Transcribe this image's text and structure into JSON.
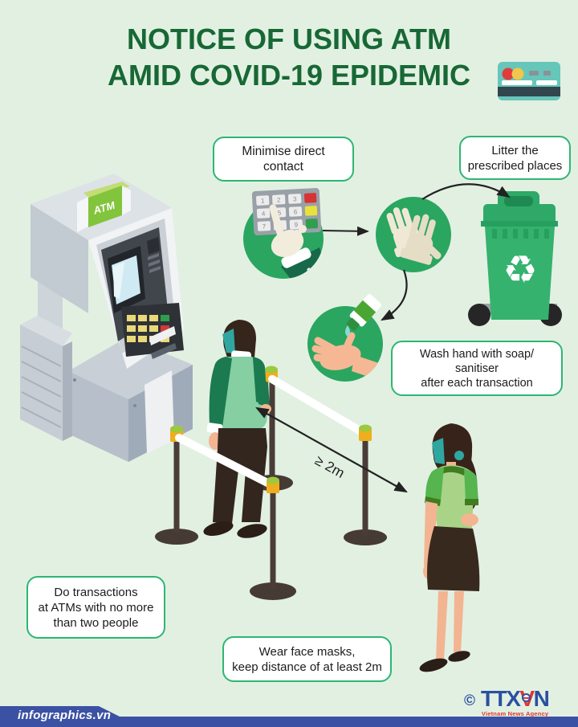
{
  "title": {
    "line1": "NOTICE OF USING ATM",
    "line2": "AMID COVID-19 EPIDEMIC"
  },
  "bubbles": {
    "minimise": "Minimise direct\ncontact",
    "litter": "Litter the\nprescribed places",
    "wash": "Wash hand with soap/\nsanitiser\nafter each transaction",
    "transactions": "Do transactions\nat ATMs with no more\nthan two people",
    "masks": "Wear face masks,\nkeep distance of at least 2m"
  },
  "scene": {
    "atm_sign": "ATM",
    "distance_label": "≥ 2m",
    "keypad_digits": [
      "1",
      "2",
      "3",
      "4",
      "5",
      "6",
      "7",
      "8",
      "9"
    ]
  },
  "icons": {
    "recycle": "♻"
  },
  "footer": {
    "site": "infographics.vn"
  },
  "logo": {
    "copyright": "©",
    "part1": "TTX",
    "part2": "V",
    "part3": "N",
    "tagline": "Vietnam News Agency"
  },
  "colors": {
    "background": "#e2f0e2",
    "title_green": "#176835",
    "bubble_border": "#2eb673",
    "icon_circle_green": "#2aa660",
    "bin_green": "#35b26e",
    "footer_blue": "#3b51a3",
    "logo_blue": "#2b50a1",
    "logo_red": "#e23533",
    "card_teal": "#66c6ba"
  }
}
